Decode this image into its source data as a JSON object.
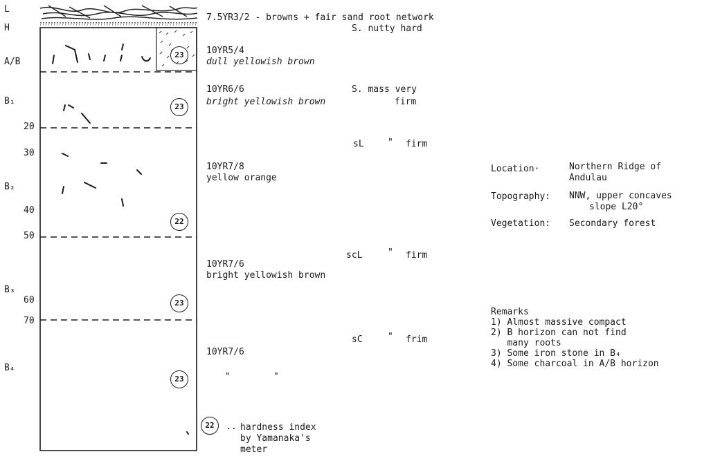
{
  "horizons": {
    "L": "L",
    "H": "H",
    "AB": "A/B",
    "B1": "B₁",
    "B2": "B₂",
    "B3": "B₃",
    "B4": "B₄"
  },
  "depths": [
    "20",
    "30",
    "40",
    "50",
    "60",
    "70"
  ],
  "hardness_values": [
    "23",
    "23",
    "22",
    "23",
    "23",
    "22"
  ],
  "descriptions": {
    "top": "7.5YR3/2 - browns + fair sand root network",
    "top_struct": "S. nutty hard",
    "ab_color": "10YR5/4",
    "ab_name": "dull yellowish brown",
    "b1_color": "10YR6/6",
    "b1_struct": "S. mass very",
    "b1_name": "bright yellowish brown",
    "b1_firm": "firm",
    "b2_texture": "sL",
    "b2_ditto": "\"",
    "b2_firm": "firm",
    "b2_color": "10YR7/8",
    "b2_name": "yellow orange",
    "b3_texture": "scL",
    "b3_ditto": "\"",
    "b3_firm": "firm",
    "b3_color": "10YR7/6",
    "b3_name": "bright yellowish brown",
    "b4_texture": "sC",
    "b4_ditto": "\"",
    "b4_firm": "frim",
    "b4_color": "10YR7/6",
    "b4_ditto_a": "\"",
    "b4_ditto_b": "\""
  },
  "legend": {
    "dots": "..",
    "line1": "hardness index",
    "line2": "by Yamanaka's",
    "line3": "meter"
  },
  "site": {
    "location_label": "Location·",
    "location_value_1": "Northern Ridge of",
    "location_value_2": "Andulau",
    "topography_label": "Topography:",
    "topography_value_1": "NNW, upper concaves",
    "topography_value_2": "slope L20°",
    "vegetation_label": "Vegetation:",
    "vegetation_value": "Secondary forest"
  },
  "remarks": {
    "title": "Remarks",
    "items": [
      "1) Almost massive compact",
      "2) B horizon can not find",
      "   many roots",
      "3) Some iron stone in B₄",
      "4) Some charcoal in A/B horizon"
    ]
  }
}
